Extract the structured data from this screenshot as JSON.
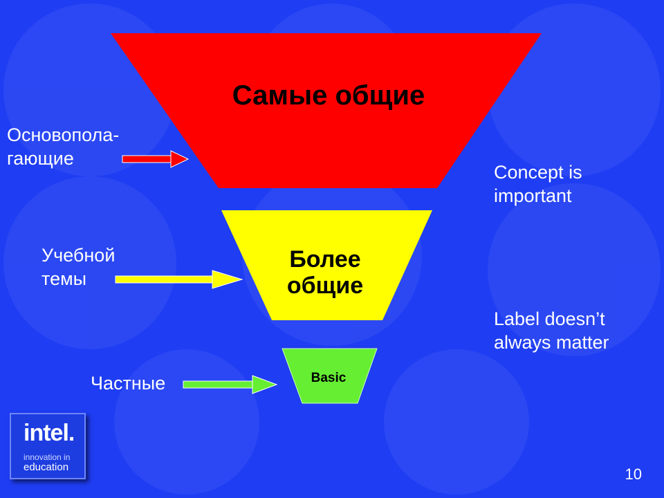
{
  "slide": {
    "funnel": [
      {
        "label": "Самые общие",
        "color": "#ff0000"
      },
      {
        "label_line1": "Более",
        "label_line2": "общие",
        "color": "#ffff00"
      },
      {
        "label": "Basic",
        "color": "#66ee33"
      }
    ],
    "left_labels": [
      {
        "line1": "Основопола-",
        "line2": "гающие",
        "arrow_color": "#ff0000"
      },
      {
        "line1": "Учебной",
        "line2": "темы",
        "arrow_color": "#ffff00"
      },
      {
        "line1": "Частные",
        "arrow_color": "#66ee33"
      }
    ],
    "right_notes": [
      {
        "line1": "Concept is",
        "line2": "important"
      },
      {
        "line1": "Label doesn’t",
        "line2": "always matter"
      }
    ],
    "logo": {
      "brand": "intel.",
      "tagline1": "innovation in",
      "tagline2": "education"
    },
    "page_number": "10"
  }
}
